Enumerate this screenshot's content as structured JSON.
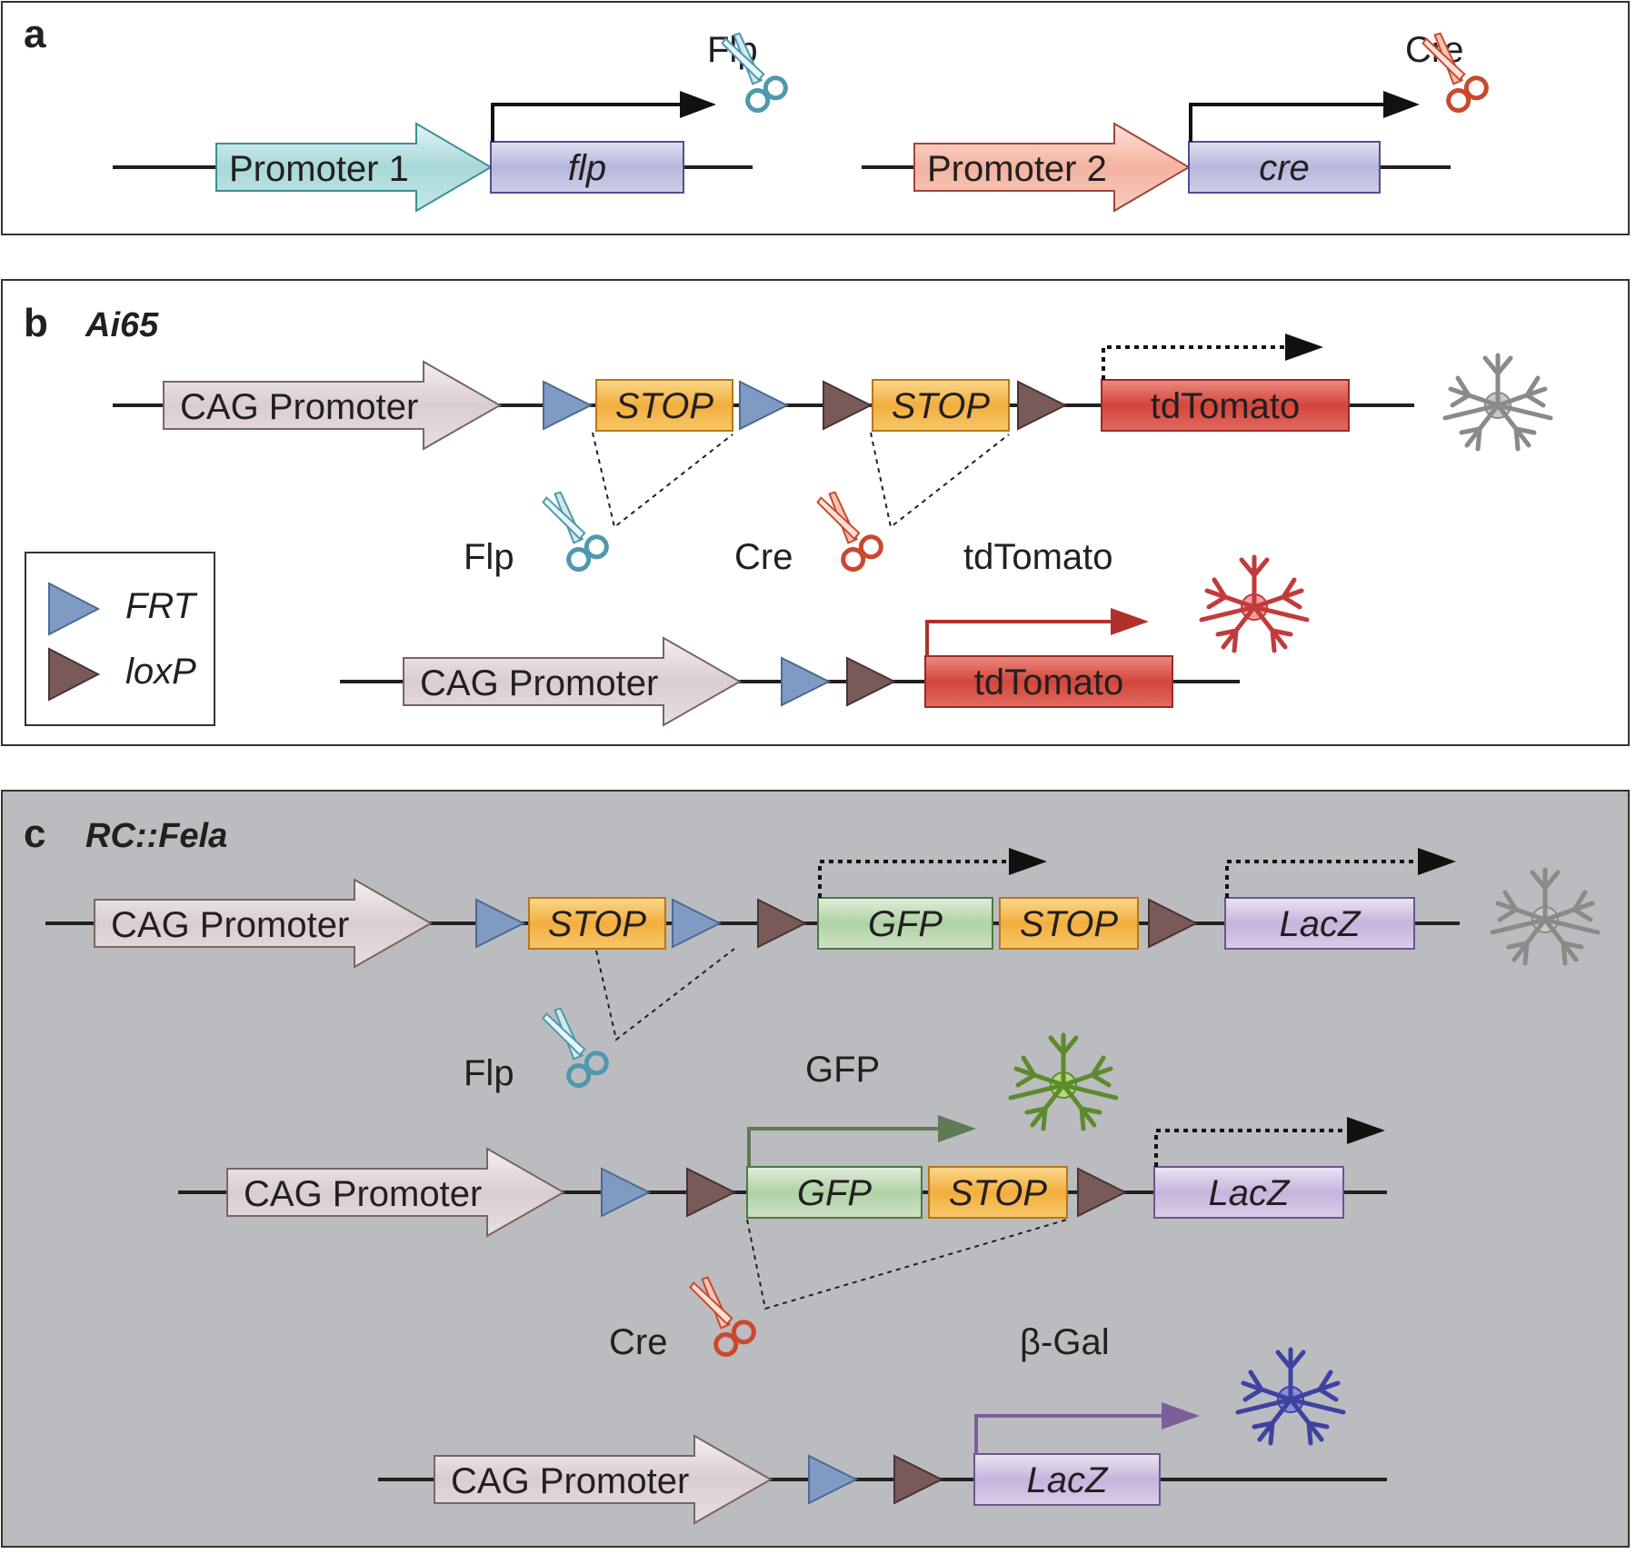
{
  "colors": {
    "frt": "#7f9bc4",
    "loxp": "#7a5a58",
    "stop": "#f7c162",
    "tdtomato": "#d9534a",
    "gfp": "#bcd9b3",
    "lacz": "#cdbfe0",
    "flp_scissors": "#6fb3c6",
    "cre_scissors": "#e06a4a",
    "cell_gray": "#9a9a9a",
    "cell_red": "#d44a4a",
    "cell_green": "#6e9a3a",
    "cell_blue": "#4a4fb0",
    "panel_c_background": "#bbbcc0"
  },
  "panel_a": {
    "letter": "a",
    "promoter1": "Promoter 1",
    "gene1": "flp",
    "enzyme1": "Flp",
    "promoter2": "Promoter 2",
    "gene2": "cre",
    "enzyme2": "Cre"
  },
  "panel_b": {
    "letter": "b",
    "name": "Ai65",
    "promoter": "CAG Promoter",
    "stop": "STOP",
    "reporter": "tdTomato",
    "enzyme_flp": "Flp",
    "enzyme_cre": "Cre",
    "result_label": "tdTomato",
    "legend": {
      "frt": "FRT",
      "loxp": "loxP"
    }
  },
  "panel_c": {
    "letter": "c",
    "name": "RC::Fela",
    "promoter": "CAG Promoter",
    "stop": "STOP",
    "gfp": "GFP",
    "lacz": "LacZ",
    "enzyme_flp": "Flp",
    "enzyme_cre": "Cre",
    "result_gfp": "GFP",
    "result_bgal": "β-Gal"
  }
}
